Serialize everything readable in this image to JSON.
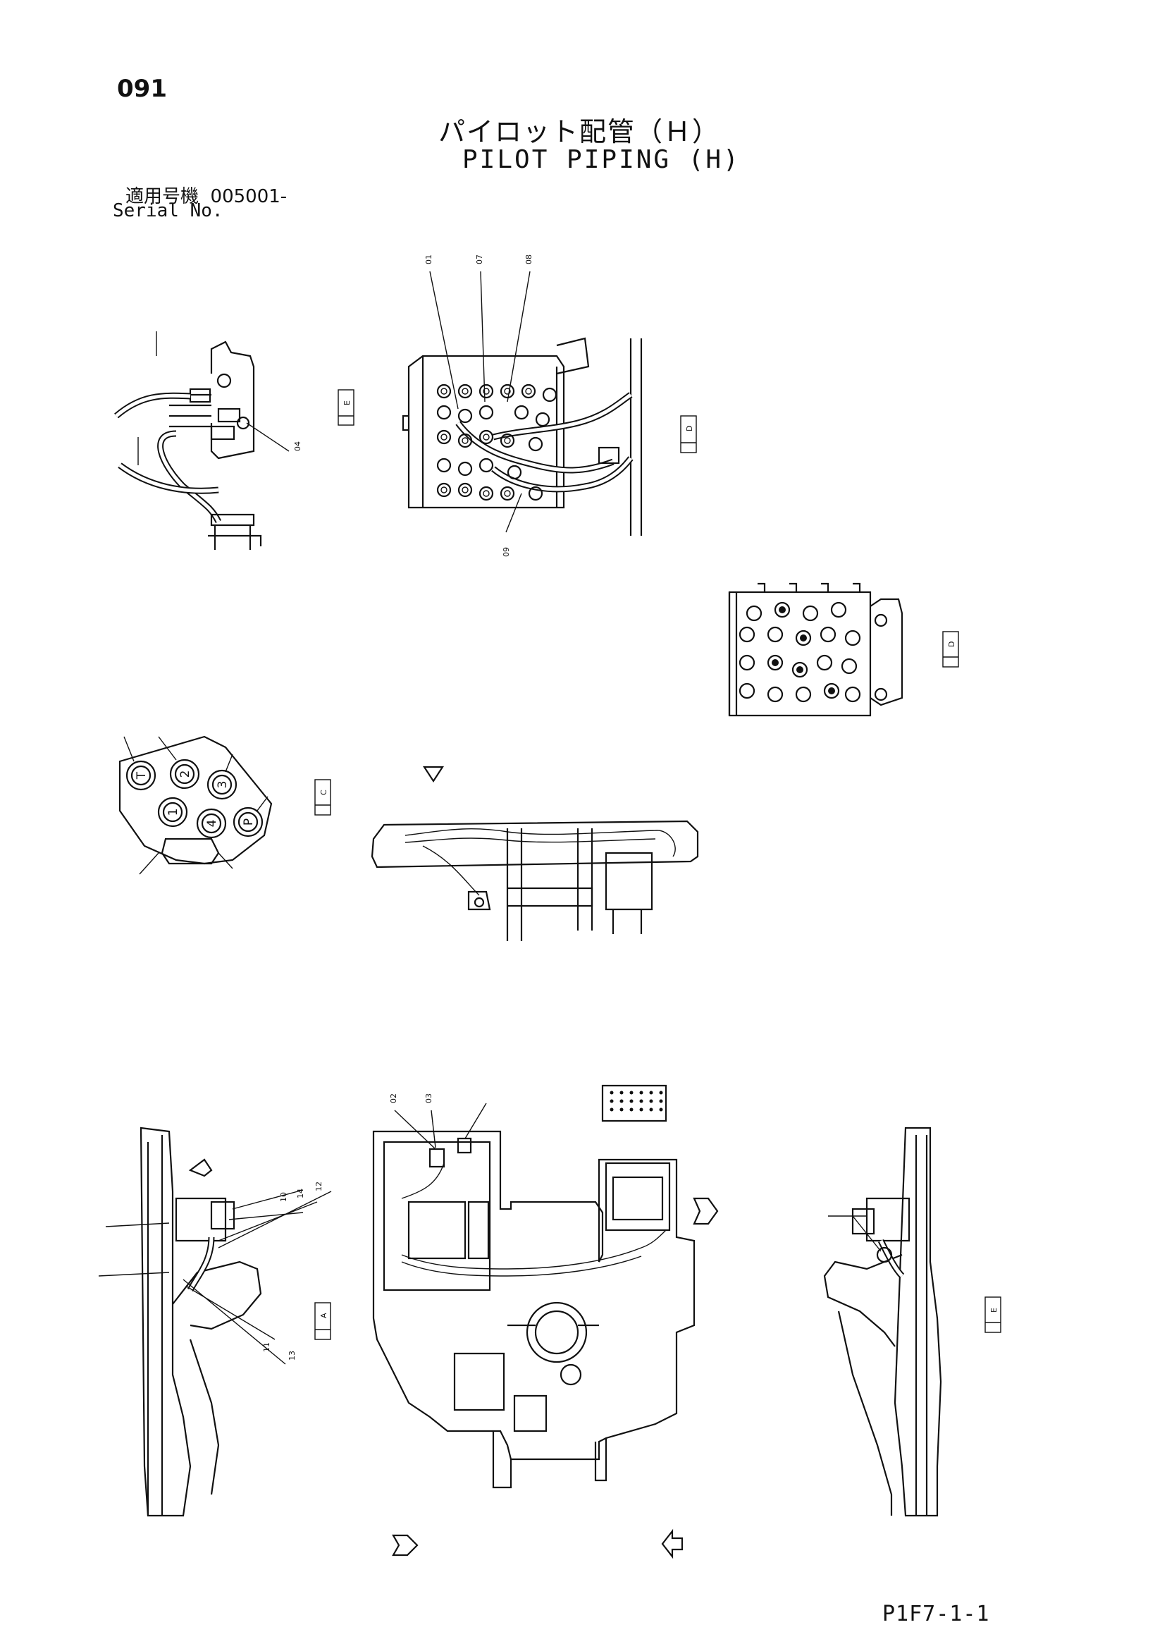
{
  "page": {
    "number": "091",
    "title_jp": "パイロット配管（Ｈ）",
    "title_en": "PILOT PIPING (H)",
    "serial_label_jp": "適用号機",
    "serial_value": "005001-",
    "serial_label_en": "Serial No.",
    "code": "P1F7-1-1"
  },
  "views": {
    "view_e": "E",
    "view_d": "D",
    "detail_d": "D",
    "section_c": "C",
    "section_a": "A",
    "section_e": "E"
  },
  "callouts": {
    "c01": "01",
    "c07": "07",
    "c08": "08",
    "c09": "09",
    "c04": "04",
    "c02": "02",
    "c03": "03",
    "c10": "10",
    "c11": "11",
    "c12": "12",
    "c13": "13",
    "c14": "14"
  },
  "ports": [
    "T",
    "2",
    "3",
    "1",
    "4",
    "P"
  ]
}
